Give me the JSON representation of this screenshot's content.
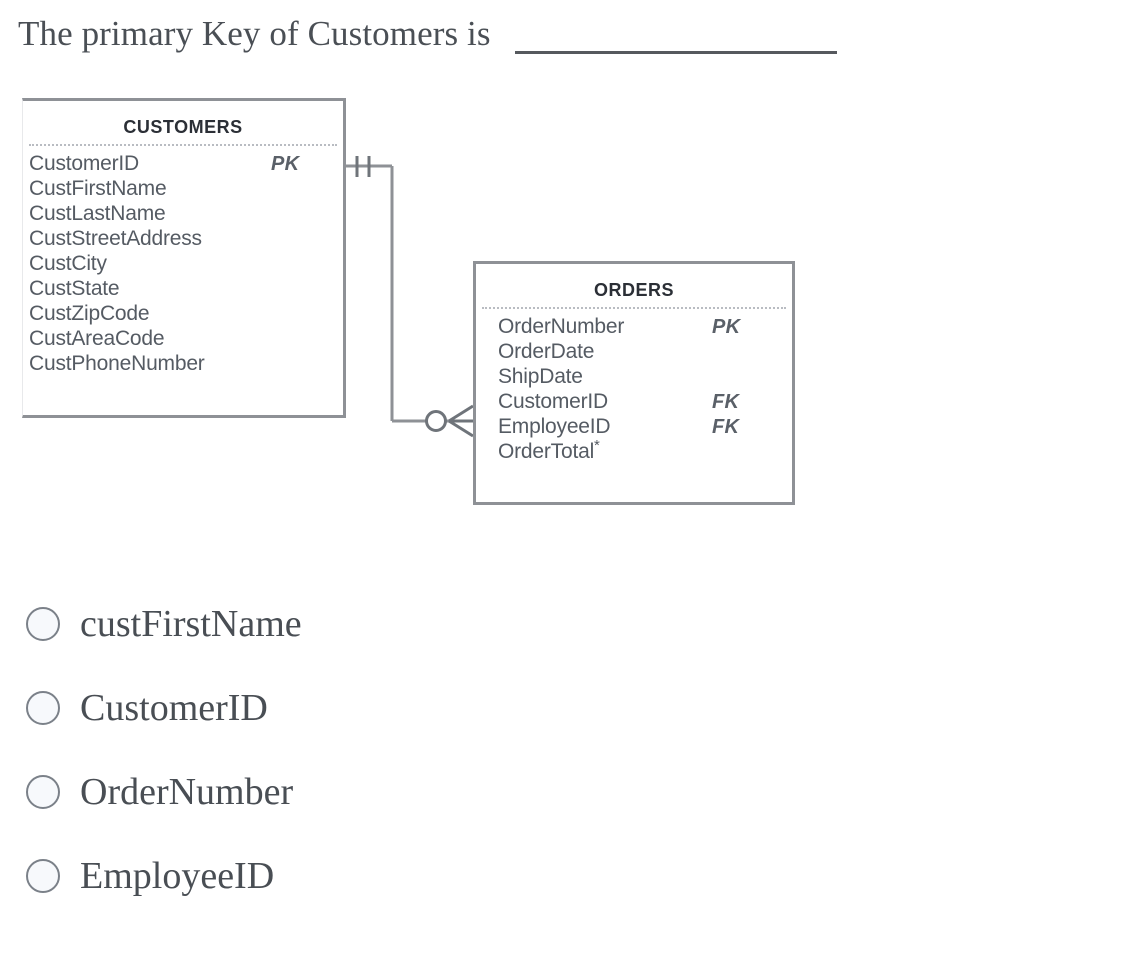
{
  "question": {
    "stem": "The primary Key of Customers is",
    "blank": "________________"
  },
  "diagram": {
    "type": "entity-relationship",
    "entities": [
      {
        "name": "CUSTOMERS",
        "attributes": [
          {
            "name": "CustomerID",
            "key": "PK"
          },
          {
            "name": "CustFirstName",
            "key": ""
          },
          {
            "name": "CustLastName",
            "key": ""
          },
          {
            "name": "CustStreetAddress",
            "key": ""
          },
          {
            "name": "CustCity",
            "key": ""
          },
          {
            "name": "CustState",
            "key": ""
          },
          {
            "name": "CustZipCode",
            "key": ""
          },
          {
            "name": "CustAreaCode",
            "key": ""
          },
          {
            "name": "CustPhoneNumber",
            "key": ""
          }
        ]
      },
      {
        "name": "ORDERS",
        "attributes": [
          {
            "name": "OrderNumber",
            "key": "PK"
          },
          {
            "name": "OrderDate",
            "key": ""
          },
          {
            "name": "ShipDate",
            "key": ""
          },
          {
            "name": "CustomerID",
            "key": "FK"
          },
          {
            "name": "EmployeeID",
            "key": "FK"
          },
          {
            "name": "OrderTotal*",
            "key": ""
          }
        ]
      }
    ],
    "relationship": {
      "from_entity": "CUSTOMERS",
      "to_entity": "ORDERS",
      "from_cardinality": "one-and-only-one",
      "to_cardinality": "zero-or-many",
      "notation": "crows-foot"
    },
    "colors": {
      "border": "#8e9196",
      "attribute_text": "#555b63",
      "title_text": "#2b2f36",
      "divider": "#b9bcc2"
    }
  },
  "options": [
    {
      "label": "custFirstName",
      "selected": false
    },
    {
      "label": "CustomerID",
      "selected": false
    },
    {
      "label": "OrderNumber",
      "selected": false
    },
    {
      "label": "EmployeeID",
      "selected": false
    }
  ]
}
